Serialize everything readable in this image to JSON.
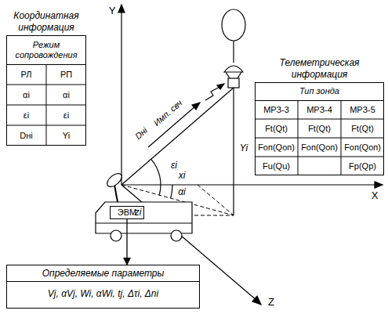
{
  "diagram": {
    "nodes": [
      {
        "text": [
          "Координатная информация",
          "Режим сопровождения"
        ]
      },
      {
        "text": [
          "Телеметрическая информация",
          "Тип зонда"
        ]
      },
      {
        "text": [
          "ЭВМ"
        ]
      },
      {
        "text": [
          "Определяемые параметры",
          "Vj, αVj, Wi, αWi, tj, Δτi, Δni"
        ]
      }
    ],
    "edges": [
      {
        "from": 2,
        "to": 3,
        "arrow": "to"
      }
    ],
    "labels": [
      "РЛ",
      "РП",
      "αi",
      "αi",
      "εi",
      "εi",
      "Dнi",
      "Yi",
      "МРЗ-3",
      "МРЗ-4",
      "МРЗ-5",
      "Ft(Qt)",
      "Ft(Qt)",
      "Ft(Qt)",
      "Fоп(Qоп)",
      "Fоп(Qоп)",
      "Fоп(Qоп)",
      "Fu(Qu)",
      "Fp(Qp)",
      "Y",
      "X",
      "Z",
      "Имп. свч",
      "Dнi",
      "εi",
      "αi",
      "xi",
      "zi",
      "Yi"
    ]
  }
}
